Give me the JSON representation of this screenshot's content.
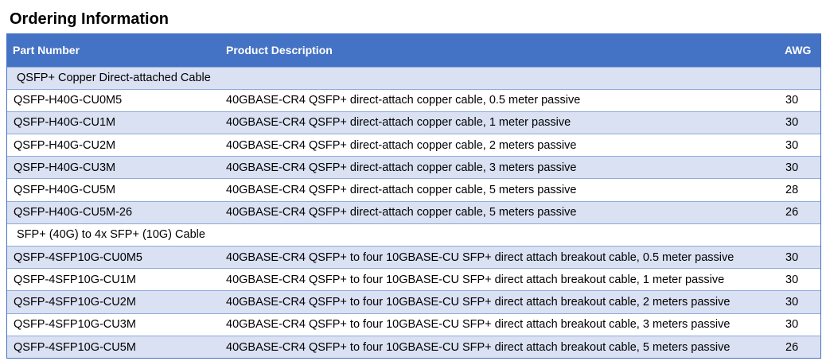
{
  "title": "Ordering Information",
  "headers": {
    "part_number": "Part Number",
    "description": "Product Description",
    "awg": "AWG"
  },
  "sections": [
    {
      "name": "QSFP+ Copper Direct-attached Cable",
      "rows": [
        {
          "part": "QSFP-H40G-CU0M5",
          "desc": "40GBASE-CR4 QSFP+ direct-attach copper cable, 0.5 meter passive",
          "awg": "30"
        },
        {
          "part": "QSFP-H40G-CU1M",
          "desc": "40GBASE-CR4 QSFP+ direct-attach copper cable, 1 meter passive",
          "awg": "30"
        },
        {
          "part": "QSFP-H40G-CU2M",
          "desc": "40GBASE-CR4 QSFP+ direct-attach copper cable, 2 meters passive",
          "awg": "30"
        },
        {
          "part": "QSFP-H40G-CU3M",
          "desc": "40GBASE-CR4 QSFP+ direct-attach copper cable, 3 meters passive",
          "awg": "30"
        },
        {
          "part": "QSFP-H40G-CU5M",
          "desc": "40GBASE-CR4 QSFP+ direct-attach copper cable, 5 meters passive",
          "awg": "28"
        },
        {
          "part": "QSFP-H40G-CU5M-26",
          "desc": "40GBASE-CR4 QSFP+ direct-attach copper cable, 5 meters passive",
          "awg": "26"
        }
      ]
    },
    {
      "name": "SFP+ (40G) to 4x SFP+ (10G) Cable",
      "rows": [
        {
          "part": "QSFP-4SFP10G-CU0M5",
          "desc": "40GBASE-CR4 QSFP+ to four 10GBASE-CU SFP+ direct attach breakout cable, 0.5 meter passive",
          "awg": "30"
        },
        {
          "part": "QSFP-4SFP10G-CU1M",
          "desc": "40GBASE-CR4 QSFP+ to four 10GBASE-CU SFP+ direct attach breakout cable, 1 meter passive",
          "awg": "30"
        },
        {
          "part": "QSFP-4SFP10G-CU2M",
          "desc": "40GBASE-CR4 QSFP+ to four 10GBASE-CU SFP+ direct attach breakout cable, 2 meters passive",
          "awg": "30"
        },
        {
          "part": "QSFP-4SFP10G-CU3M",
          "desc": "40GBASE-CR4 QSFP+ to four 10GBASE-CU SFP+ direct attach breakout cable, 3 meters passive",
          "awg": "30"
        },
        {
          "part": "QSFP-4SFP10G-CU5M",
          "desc": "40GBASE-CR4 QSFP+ to four 10GBASE-CU SFP+ direct attach breakout cable, 5 meters passive",
          "awg": "26"
        }
      ]
    }
  ]
}
